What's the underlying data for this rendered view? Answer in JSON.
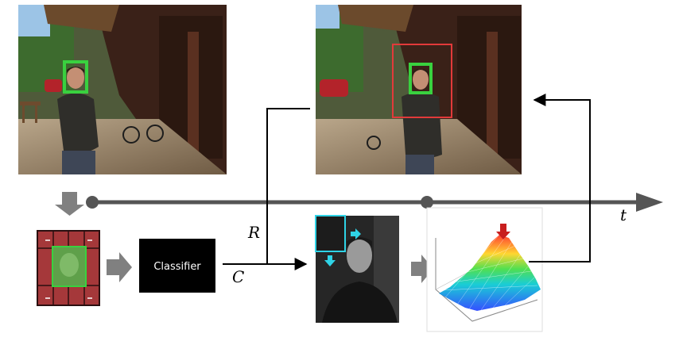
{
  "labels": {
    "classifier": "Classifier",
    "r": "R",
    "c": "C",
    "t": "t"
  },
  "colors": {
    "green_box": "#39d13f",
    "red_box": "#e23a3a",
    "cyan": "#2fd3e6",
    "arrow_grey": "#808080",
    "timeline_dark": "#555555",
    "classifier_bg": "#000000",
    "peak_arrow": "#c81e1e"
  },
  "icons": {
    "down_arrow": "down-arrow-icon",
    "right_arrow": "right-arrow-icon",
    "peak_marker": "down-arrow-icon"
  }
}
